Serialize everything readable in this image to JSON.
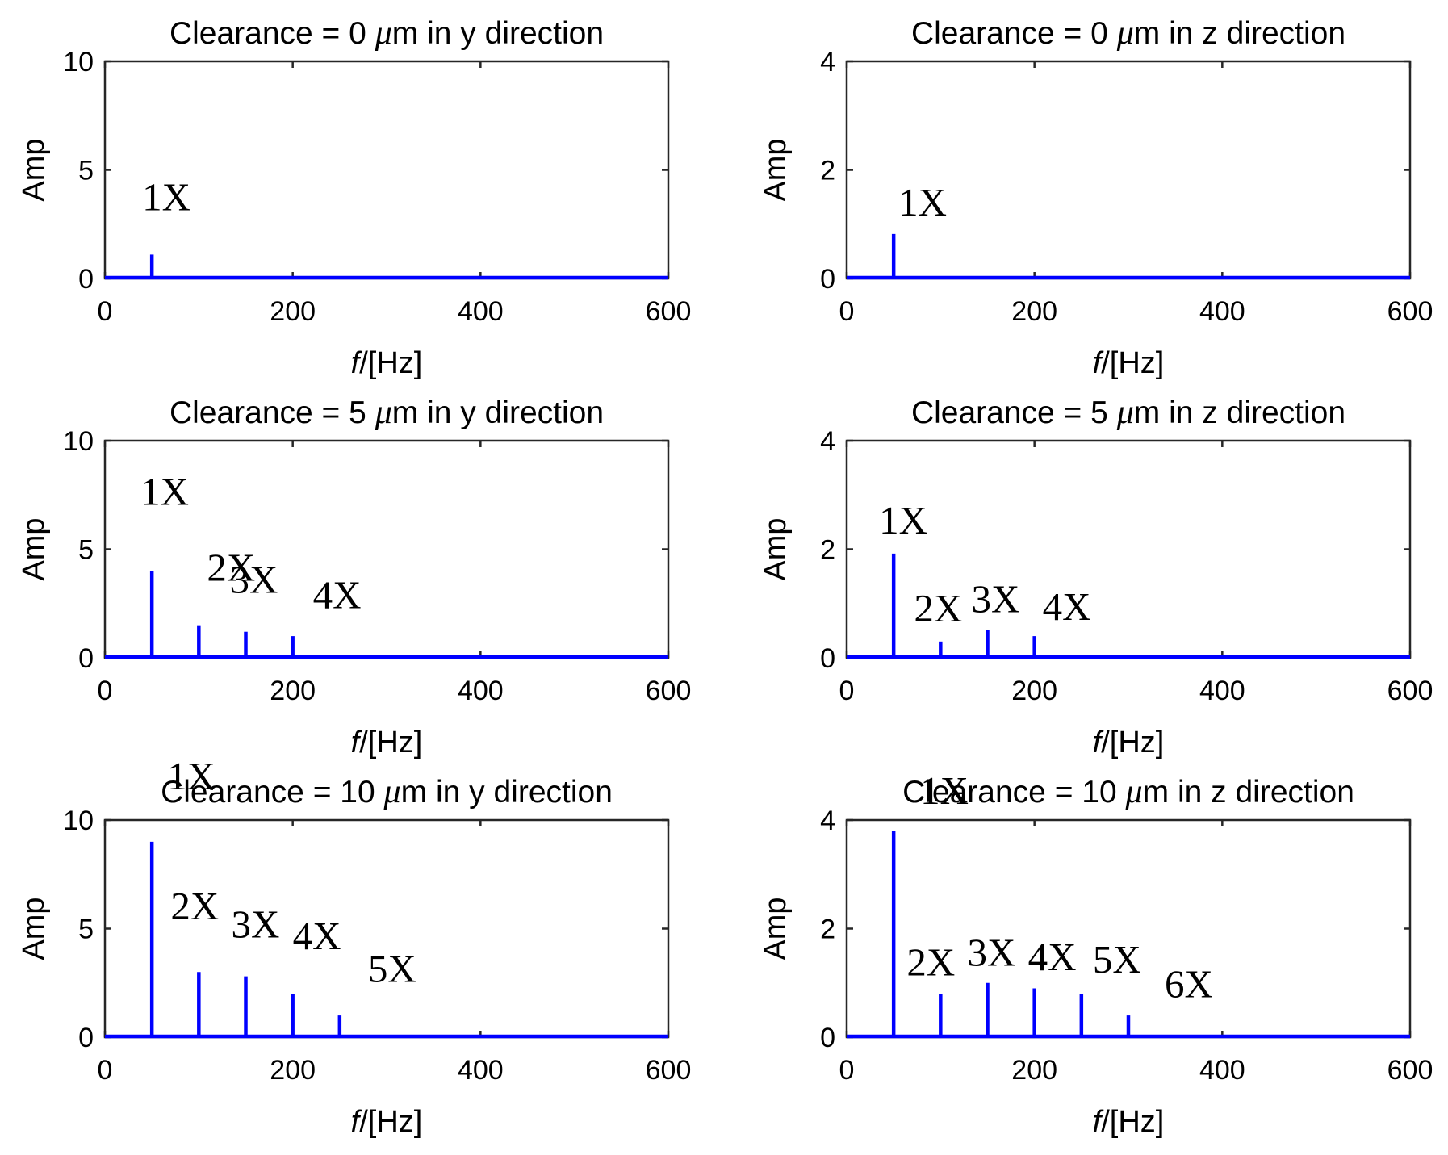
{
  "chart_data": [
    {
      "type": "bar",
      "title_prefix": "Clearance = 0 ",
      "title_mu": "μ",
      "title_suffix": "m in y direction",
      "xlabel_var": "f",
      "xlabel_unit": "/[Hz]",
      "ylabel": "Amp",
      "xlim": [
        0,
        600
      ],
      "ylim": [
        0,
        10
      ],
      "xticks": [
        "0",
        "200",
        "400",
        "600"
      ],
      "yticks": [
        "0",
        "5",
        "10"
      ],
      "color": "#0000ff",
      "lines": [
        {
          "x": 50,
          "y": 1.1,
          "label": "1X"
        }
      ]
    },
    {
      "type": "bar",
      "title_prefix": "Clearance = 0 ",
      "title_mu": "μ",
      "title_suffix": "m in z direction",
      "xlabel_var": "f",
      "xlabel_unit": "/[Hz]",
      "ylabel": "Amp",
      "xlim": [
        0,
        600
      ],
      "ylim": [
        0,
        4
      ],
      "xticks": [
        "0",
        "200",
        "400",
        "600"
      ],
      "yticks": [
        "0",
        "2",
        "4"
      ],
      "color": "#0000ff",
      "lines": [
        {
          "x": 50,
          "y": 0.82,
          "label": "1X"
        }
      ]
    },
    {
      "type": "bar",
      "title_prefix": "Clearance = 5 ",
      "title_mu": "μ",
      "title_suffix": "m in y direction",
      "xlabel_var": "f",
      "xlabel_unit": "/[Hz]",
      "ylabel": "Amp",
      "xlim": [
        0,
        600
      ],
      "ylim": [
        0,
        10
      ],
      "xticks": [
        "0",
        "200",
        "400",
        "600"
      ],
      "yticks": [
        "0",
        "5",
        "10"
      ],
      "color": "#0000ff",
      "lines": [
        {
          "x": 50,
          "y": 4.0,
          "label": "1X"
        },
        {
          "x": 100,
          "y": 1.5,
          "label": "2X"
        },
        {
          "x": 150,
          "y": 1.2,
          "label": "3X"
        },
        {
          "x": 200,
          "y": 1.0,
          "label": "4X"
        }
      ]
    },
    {
      "type": "bar",
      "title_prefix": "Clearance = 5 ",
      "title_mu": "μ",
      "title_suffix": "m in z direction",
      "xlabel_var": "f",
      "xlabel_unit": "/[Hz]",
      "ylabel": "Amp",
      "xlim": [
        0,
        600
      ],
      "ylim": [
        0,
        4
      ],
      "xticks": [
        "0",
        "200",
        "400",
        "600"
      ],
      "yticks": [
        "0",
        "2",
        "4"
      ],
      "color": "#0000ff",
      "lines": [
        {
          "x": 50,
          "y": 1.92,
          "label": "1X"
        },
        {
          "x": 100,
          "y": 0.3,
          "label": "2X"
        },
        {
          "x": 150,
          "y": 0.52,
          "label": "3X"
        },
        {
          "x": 200,
          "y": 0.4,
          "label": "4X"
        }
      ]
    },
    {
      "type": "bar",
      "title_prefix": "Clearance = 10 ",
      "title_mu": "μ",
      "title_suffix": "m in y direction",
      "xlabel_var": "f",
      "xlabel_unit": "/[Hz]",
      "ylabel": "Amp",
      "xlim": [
        0,
        600
      ],
      "ylim": [
        0,
        10
      ],
      "xticks": [
        "0",
        "200",
        "400",
        "600"
      ],
      "yticks": [
        "0",
        "5",
        "10"
      ],
      "color": "#0000ff",
      "lines": [
        {
          "x": 50,
          "y": 9.0,
          "label": "1X"
        },
        {
          "x": 100,
          "y": 3.0,
          "label": "2X"
        },
        {
          "x": 150,
          "y": 2.8,
          "label": "3X"
        },
        {
          "x": 200,
          "y": 2.0,
          "label": "4X"
        },
        {
          "x": 250,
          "y": 1.0,
          "label": "5X"
        }
      ]
    },
    {
      "type": "bar",
      "title_prefix": "Clearance = 10 ",
      "title_mu": "μ",
      "title_suffix": "m in z direction",
      "xlabel_var": "f",
      "xlabel_unit": "/[Hz]",
      "ylabel": "Amp",
      "xlim": [
        0,
        600
      ],
      "ylim": [
        0,
        4
      ],
      "xticks": [
        "0",
        "200",
        "400",
        "600"
      ],
      "yticks": [
        "0",
        "2",
        "4"
      ],
      "color": "#0000ff",
      "lines": [
        {
          "x": 50,
          "y": 3.8,
          "label": "1X"
        },
        {
          "x": 100,
          "y": 0.8,
          "label": "2X"
        },
        {
          "x": 150,
          "y": 1.0,
          "label": "3X"
        },
        {
          "x": 200,
          "y": 0.9,
          "label": "4X"
        },
        {
          "x": 250,
          "y": 0.8,
          "label": "5X"
        },
        {
          "x": 300,
          "y": 0.4,
          "label": "6X"
        }
      ]
    }
  ]
}
